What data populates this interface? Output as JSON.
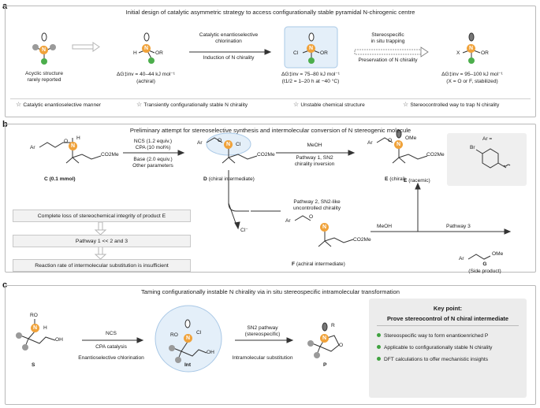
{
  "panel_a": {
    "letter": "a",
    "banner": "Initial design of catalytic asymmetric strategy to access configurationally stable pyramidal N-chirogenic centre",
    "acyclic_label": [
      "Acyclic structure",
      "rarely reported"
    ],
    "achiral_formula": "H",
    "achiral_or": "OR",
    "achiral_energy": "ΔG‡inv = 40–44 kJ mol⁻¹",
    "achiral_note": "(achiral)",
    "step1_top": [
      "Catalytic enantioselective",
      "chlorination"
    ],
    "step1_bottom": "Induction of N chirality",
    "cl_label": "Cl",
    "cl_or": "OR",
    "chiral_energy": "ΔG‡inv = 75–80 kJ mol⁻¹",
    "chiral_half": "(t1/2 = 1–20 h at −40 °C)",
    "step2_top": [
      "Stereospecific",
      "in situ trapping"
    ],
    "step2_bottom": "Preservation of N chirality",
    "x_label": "X",
    "x_or": "OR",
    "stab_energy": "ΔG‡inv = 95–100 kJ mol⁻¹",
    "stab_note": "(X = O or F, stabilized)",
    "features": [
      "Catalytic enantioselective manner",
      "Transiently configurationally stable N chirality",
      "Unstable chemical structure",
      "Stereocontrolled way to trap N chirality"
    ]
  },
  "panel_b": {
    "letter": "b",
    "banner": "Preliminary attempt for stereoselective synthesis and intermolecular conversion of N stereogenic molecule",
    "c_ar": "Ar",
    "c_h": "H",
    "c_co2me": "CO2Me",
    "c_label": "C (0.1 mmol)",
    "cond_top": [
      "NCS (1.2 equiv.)",
      "CPA (10 mol%)"
    ],
    "cond_bottom": [
      "Base (2.0 equiv.)",
      "Other parameters"
    ],
    "d_ar": "Ar",
    "d_cl": "Cl",
    "d_co2me": "CO2Me",
    "d_label": "D (chiral intermediate)",
    "path1_top": "MeOH",
    "path1_bottom": [
      "Pathway 1, SN2",
      "chirality inversion"
    ],
    "e_ar": "Ar",
    "e_ome": "OMe",
    "e_co2me": "CO2Me",
    "e_label": "E (chiral)",
    "ar_def": "Ar =",
    "br": "Br",
    "analysis": [
      "Complete loss of stereochemical integrity of product E",
      "Pathway 1 << 2 and 3",
      "Reaction rate of intermolecular substitution is insufficient"
    ],
    "cl_minus": "Cl⁻",
    "path2": [
      "Pathway 2, SN2-like",
      "uncontrolled chirality"
    ],
    "f_ar": "Ar",
    "f_n": "N",
    "f_co2me": "CO2Me",
    "f_label": "F (achiral intermediate)",
    "e_racemic": "E (racemic)",
    "meoh2": "MeOH",
    "path3": "Pathway 3",
    "g_ar": "Ar",
    "g_ome": "OMe",
    "g_label": "G",
    "g_note": "(Side product)"
  },
  "panel_c": {
    "letter": "c",
    "banner": "Taming configurationally instable N chirality via in situ stereospecific intramolecular transformation",
    "s_ro": "RO",
    "s_h": "H",
    "s_oh": "OH",
    "s_label": "S",
    "step1_top": "NCS",
    "step1_mid": "CPA catalysis",
    "step1_bottom": "Enantioselective chlorination",
    "int_ro": "RO",
    "int_cl": "Cl",
    "int_oh": "OH",
    "int_label": "Int",
    "step2_top": [
      "SN2 pathway",
      "(stereospecific)"
    ],
    "step2_bottom": "Intramolecular substitution",
    "p_r": "R",
    "p_o": "O",
    "p_label": "P",
    "key_title": "Key point:",
    "key_sub": "Prove stereocontrol of N chiral intermediate",
    "key_points": [
      "Stereospecific way to form enantioenriched P",
      "Applicable to configurationally stable N chirality",
      "DFT calculations to offer mechanistic insights"
    ]
  },
  "colors": {
    "nitrogen": "#f0a23a",
    "substituent_green": "#4cae4c",
    "substituent_grey": "#9a9a9a",
    "highlight_blue": "#e4eff9",
    "bullet_green": "#3fa23f"
  }
}
